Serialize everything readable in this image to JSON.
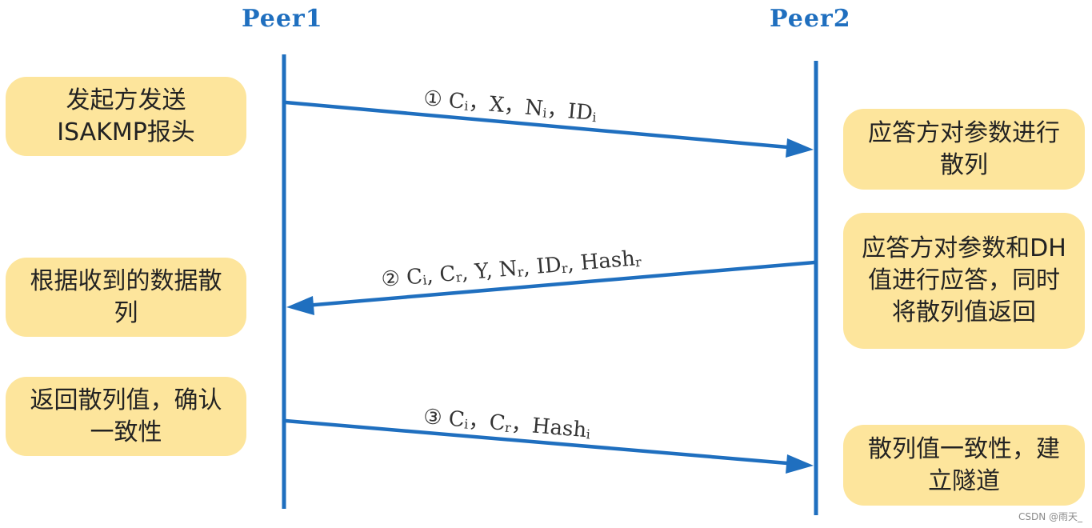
{
  "peers": {
    "left": "Peer1",
    "right": "Peer2"
  },
  "notes": {
    "peer1_step1": [
      "发起方发送",
      "ISAKMP报头"
    ],
    "peer2_step1": [
      "应答方对参数进行",
      "散列"
    ],
    "peer1_step2": [
      "根据收到的数据散",
      "列"
    ],
    "peer2_step2": [
      "应答方对参数和DH",
      "值进行应答，同时",
      "将散列值返回"
    ],
    "peer1_step3": [
      "返回散列值，确认",
      "一致性"
    ],
    "peer2_step3": [
      "散列值一致性，建",
      "立隧道"
    ]
  },
  "messages": {
    "m1": {
      "num": "①",
      "parts": [
        {
          "t": "C",
          "s": "i"
        },
        {
          "t": "，X，"
        },
        {
          "t": "N",
          "s": "i"
        },
        {
          "t": "，"
        },
        {
          "t": "ID",
          "s": "i"
        }
      ]
    },
    "m2": {
      "num": "②",
      "parts": [
        {
          "t": "C",
          "s": "i"
        },
        {
          "t": ", "
        },
        {
          "t": "C",
          "s": "r"
        },
        {
          "t": ", Y, "
        },
        {
          "t": "N",
          "s": "r"
        },
        {
          "t": ", "
        },
        {
          "t": "ID",
          "s": "r"
        },
        {
          "t": ", Hash",
          "s": "r"
        }
      ]
    },
    "m3": {
      "num": "③",
      "parts": [
        {
          "t": "C",
          "s": "i"
        },
        {
          "t": "，"
        },
        {
          "t": "C",
          "s": "r"
        },
        {
          "t": "，Hash",
          "s": "i"
        }
      ]
    }
  },
  "watermark": "CSDN @雨天_",
  "colors": {
    "line": "#1f6fbf",
    "note_bg": "#fde59c",
    "title": "#1f6fbf"
  }
}
